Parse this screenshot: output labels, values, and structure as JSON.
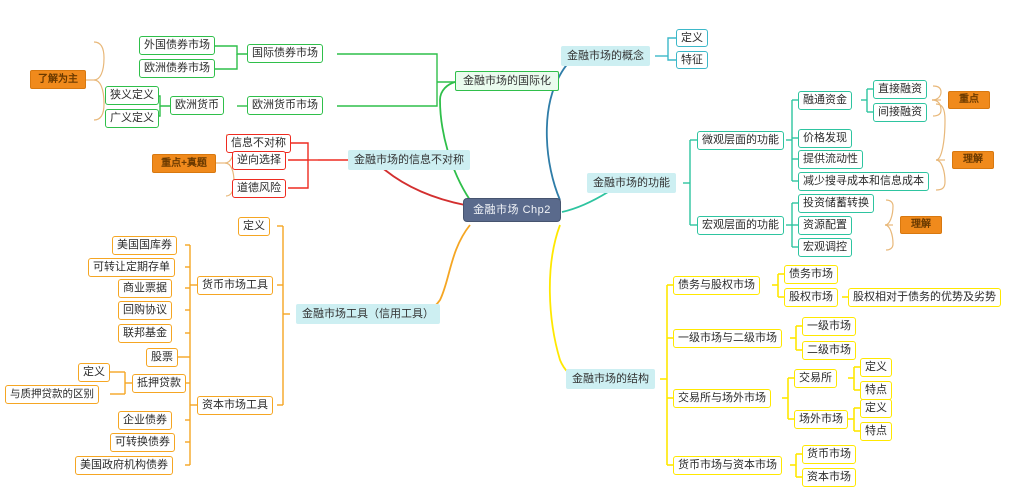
{
  "root": {
    "label": "金融市场 Chp2",
    "color": "#5a6a8c"
  },
  "branches": {
    "internationalization": {
      "label": "金融市场的国际化",
      "color": "#2fbf4a",
      "badge": "了解为主",
      "children": [
        {
          "label": "国际债券市场",
          "children": [
            "外国债券市场",
            "欧洲债券市场"
          ]
        },
        {
          "label": "欧洲货币市场",
          "children": [
            "欧洲货币"
          ]
        },
        {
          "label": "欧洲货币",
          "children": [
            "狭义定义",
            "广义定义"
          ]
        }
      ]
    },
    "asymmetry": {
      "label": "金融市场的信息不对称",
      "color": "#ee2b20",
      "badge": "重点+真题",
      "children": [
        "信息不对称",
        "逆向选择",
        "道德风险"
      ]
    },
    "instruments": {
      "label": "金融市场工具（信用工具）",
      "color": "#f5a623",
      "children": [
        {
          "label": "定义",
          "children": []
        },
        {
          "label": "货币市场工具",
          "children": [
            "美国国库券",
            "可转让定期存单",
            "商业票据",
            "回购协议",
            "联邦基金"
          ]
        },
        {
          "label": "资本市场工具",
          "children": [
            "股票",
            "抵押贷款",
            "企业债券",
            "可转换债券",
            "美国政府机构债券"
          ]
        }
      ],
      "mortgage_children": [
        "定义",
        "与质押贷款的区别"
      ]
    },
    "concept": {
      "label": "金融市场的概念",
      "color": "#3db8c9",
      "children": [
        "定义",
        "特征"
      ]
    },
    "functions": {
      "label": "金融市场的功能",
      "color": "#2ec4a0",
      "micro": {
        "label": "微观层面的功能",
        "children": [
          "融通资金",
          "价格发现",
          "提供流动性",
          "减少搜寻成本和信息成本"
        ],
        "financing_children": [
          "直接融资",
          "间接融资"
        ],
        "badge_key": "重点",
        "badge_understand": "理解"
      },
      "macro": {
        "label": "宏观层面的功能",
        "children": [
          "投资储蓄转换",
          "资源配置",
          "宏观调控"
        ],
        "badge_understand": "理解"
      }
    },
    "structure": {
      "label": "金融市场的结构",
      "color": "#ffe800",
      "groups": [
        {
          "label": "债务与股权市场",
          "children": [
            "债务市场",
            "股权市场"
          ],
          "equity_note": "股权相对于债务的优势及劣势"
        },
        {
          "label": "一级市场与二级市场",
          "children": [
            "一级市场",
            "二级市场"
          ]
        },
        {
          "label": "交易所与场外市场",
          "children": [
            "交易所",
            "场外市场"
          ],
          "exchange_children": [
            "定义",
            "特点"
          ],
          "otc_children": [
            "定义",
            "特点"
          ]
        },
        {
          "label": "货币市场与资本市场",
          "children": [
            "货币市场",
            "资本市场"
          ]
        }
      ]
    }
  }
}
